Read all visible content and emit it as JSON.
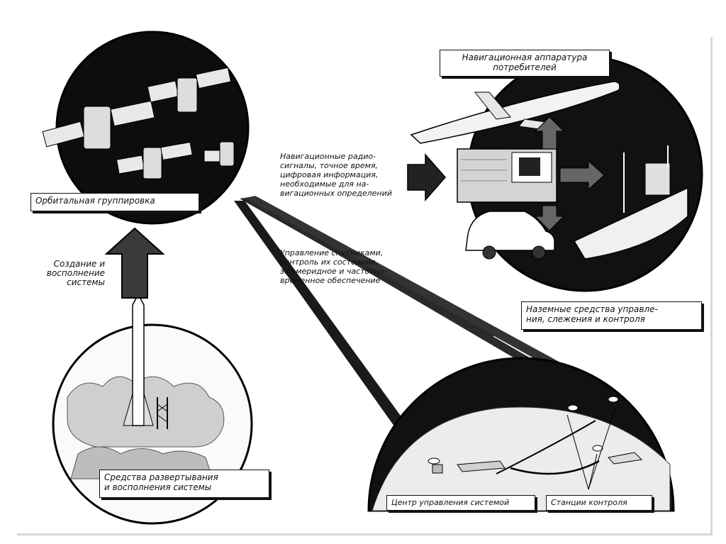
{
  "labels": {
    "orbital": "Орбитальная группировка",
    "consumer": "Навигационная аппаратура\nпотребителей",
    "ground": "Наземные средства управле-\nния, слежения и контроля",
    "launch": "Средства развертывания\nи восполнения системы",
    "control_center": "Центр управления системой",
    "monitor_stations": "Станции контроля"
  },
  "notes": {
    "creation": "Создание и\nвосполнение\nсистемы",
    "nav_signals": "Навигационные радио-\nсигналы, точное время,\nцифровая информация,\nнеобходимые для на-\nвигационных определений",
    "sat_control": "Управление спутниками,\nконтроль их состояния,\nэфемеридное и частотно-\nвременное обеспечение"
  }
}
